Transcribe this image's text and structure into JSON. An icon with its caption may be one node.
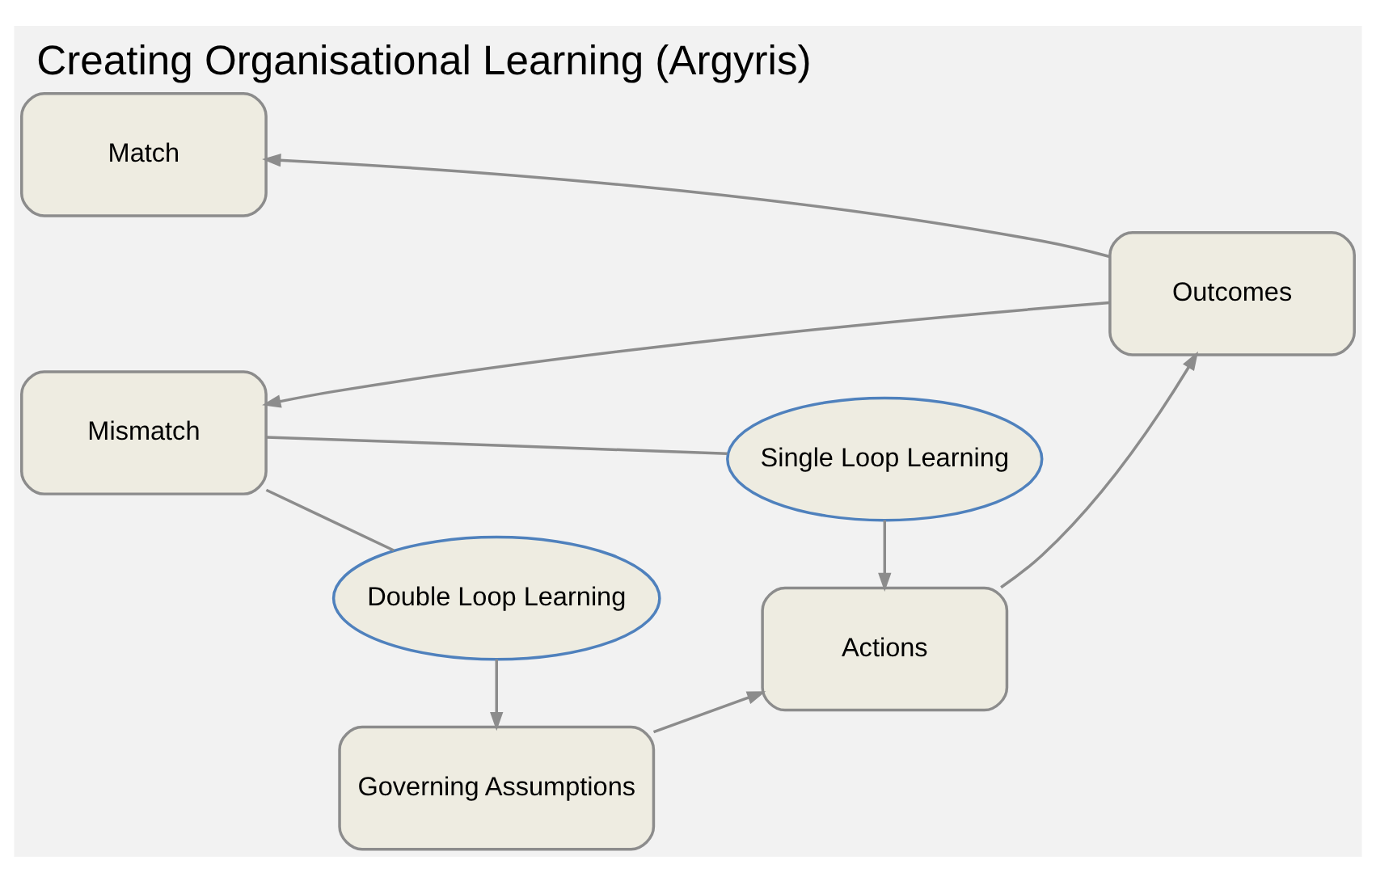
{
  "diagram": {
    "title": "Creating Organisational Learning (Argyris)",
    "nodes": [
      {
        "text": [
          "Match"
        ]
      },
      {
        "text": [
          "Governing Assumptions"
        ]
      },
      {
        "text": [
          "Actions"
        ]
      },
      {
        "text": [
          "Outcomes"
        ]
      },
      {
        "text": [
          "Mismatch"
        ]
      },
      {
        "text": [
          "Single Loop Learning"
        ]
      },
      {
        "text": [
          "Double Loop Learning"
        ]
      }
    ],
    "edges": [
      {
        "from": 1,
        "to": 2,
        "arrow": "to"
      },
      {
        "from": 2,
        "to": 3,
        "arrow": "to"
      },
      {
        "from": 3,
        "to": 0,
        "arrow": "to"
      },
      {
        "from": 3,
        "to": 4,
        "arrow": "to"
      },
      {
        "from": 4,
        "to": 5,
        "arrow": "none"
      },
      {
        "from": 5,
        "to": 2,
        "arrow": "to"
      },
      {
        "from": 4,
        "to": 6,
        "arrow": "none"
      },
      {
        "from": 6,
        "to": 1,
        "arrow": "to"
      }
    ]
  }
}
